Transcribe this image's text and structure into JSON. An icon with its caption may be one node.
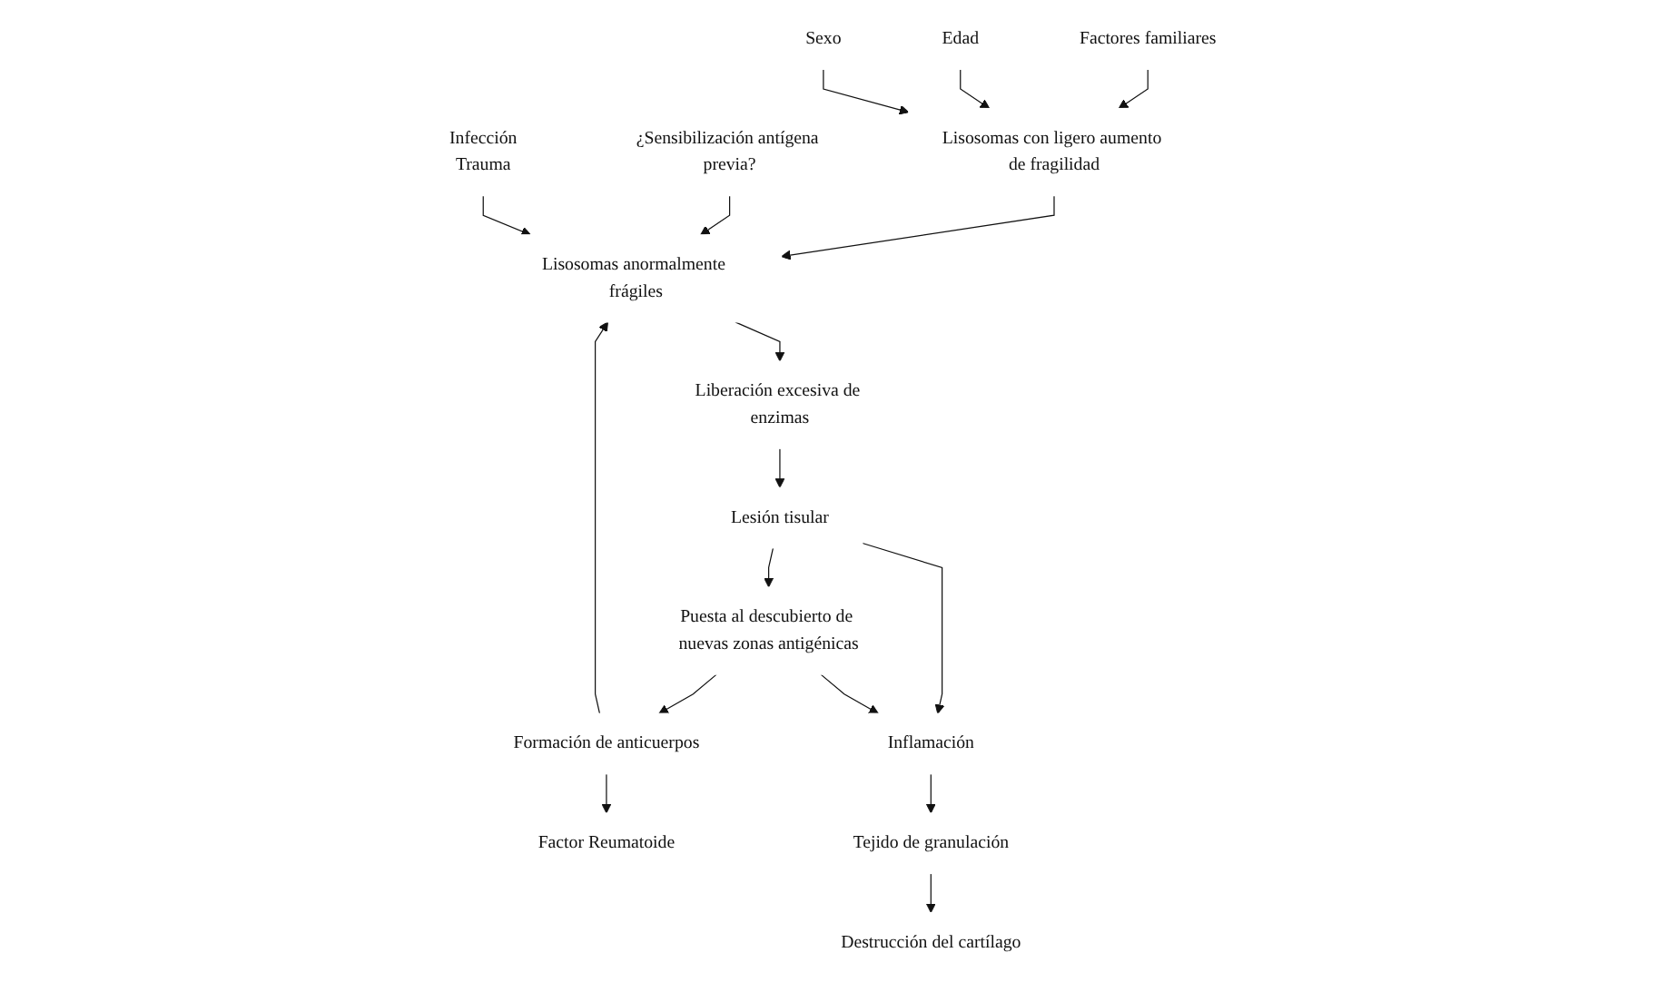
{
  "diagram": {
    "nodes": [
      {
        "text": [
          "Factores familiares"
        ]
      },
      {
        "text": [
          "Edad"
        ]
      },
      {
        "text": [
          "Sexo"
        ]
      },
      {
        "text": [
          "Lisosomas con ligero aumento de fragilidad"
        ]
      },
      {
        "text": [
          "¿Sensibilización antígena previa?"
        ]
      },
      {
        "text": [
          "Infección",
          "Trauma"
        ]
      },
      {
        "text": [
          "Lisosomas anormalmente frágiles"
        ]
      },
      {
        "text": [
          "Factor Reumatoide"
        ]
      },
      {
        "text": [
          "Liberación excesiva de enzimas"
        ]
      },
      {
        "text": [
          "Formación de anticuerpos"
        ]
      },
      {
        "text": [
          "Lesión tisular"
        ]
      },
      {
        "text": [
          "Puesta al descubierto de nuevas zonas antigénicas"
        ]
      },
      {
        "text": [
          "Inflamación"
        ]
      },
      {
        "text": [
          "Tejido de granulación"
        ]
      },
      {
        "text": [
          "Destrucción del cartílago"
        ]
      }
    ],
    "edges": [
      {
        "from": 0,
        "to": 3,
        "arrow": "to"
      },
      {
        "from": 1,
        "to": 3,
        "arrow": "to"
      },
      {
        "from": 2,
        "to": 3,
        "arrow": "to"
      },
      {
        "from": 3,
        "to": 6,
        "arrow": "to"
      },
      {
        "from": 4,
        "to": 6,
        "arrow": "to"
      },
      {
        "from": 5,
        "to": 6,
        "arrow": "to"
      },
      {
        "from": 9,
        "to": 6,
        "arrow": "to"
      },
      {
        "from": 6,
        "to": 8,
        "arrow": "to"
      },
      {
        "from": 9,
        "to": 7,
        "arrow": "to"
      },
      {
        "from": 8,
        "to": 10,
        "arrow": "to"
      },
      {
        "from": 10,
        "to": 11,
        "arrow": "to"
      },
      {
        "from": 10,
        "to": 12,
        "arrow": "to"
      },
      {
        "from": 11,
        "to": 12,
        "arrow": "to"
      },
      {
        "from": 11,
        "to": 9,
        "arrow": "to"
      },
      {
        "from": 12,
        "to": 13,
        "arrow": "to"
      },
      {
        "from": 13,
        "to": 14,
        "arrow": "to"
      }
    ]
  }
}
